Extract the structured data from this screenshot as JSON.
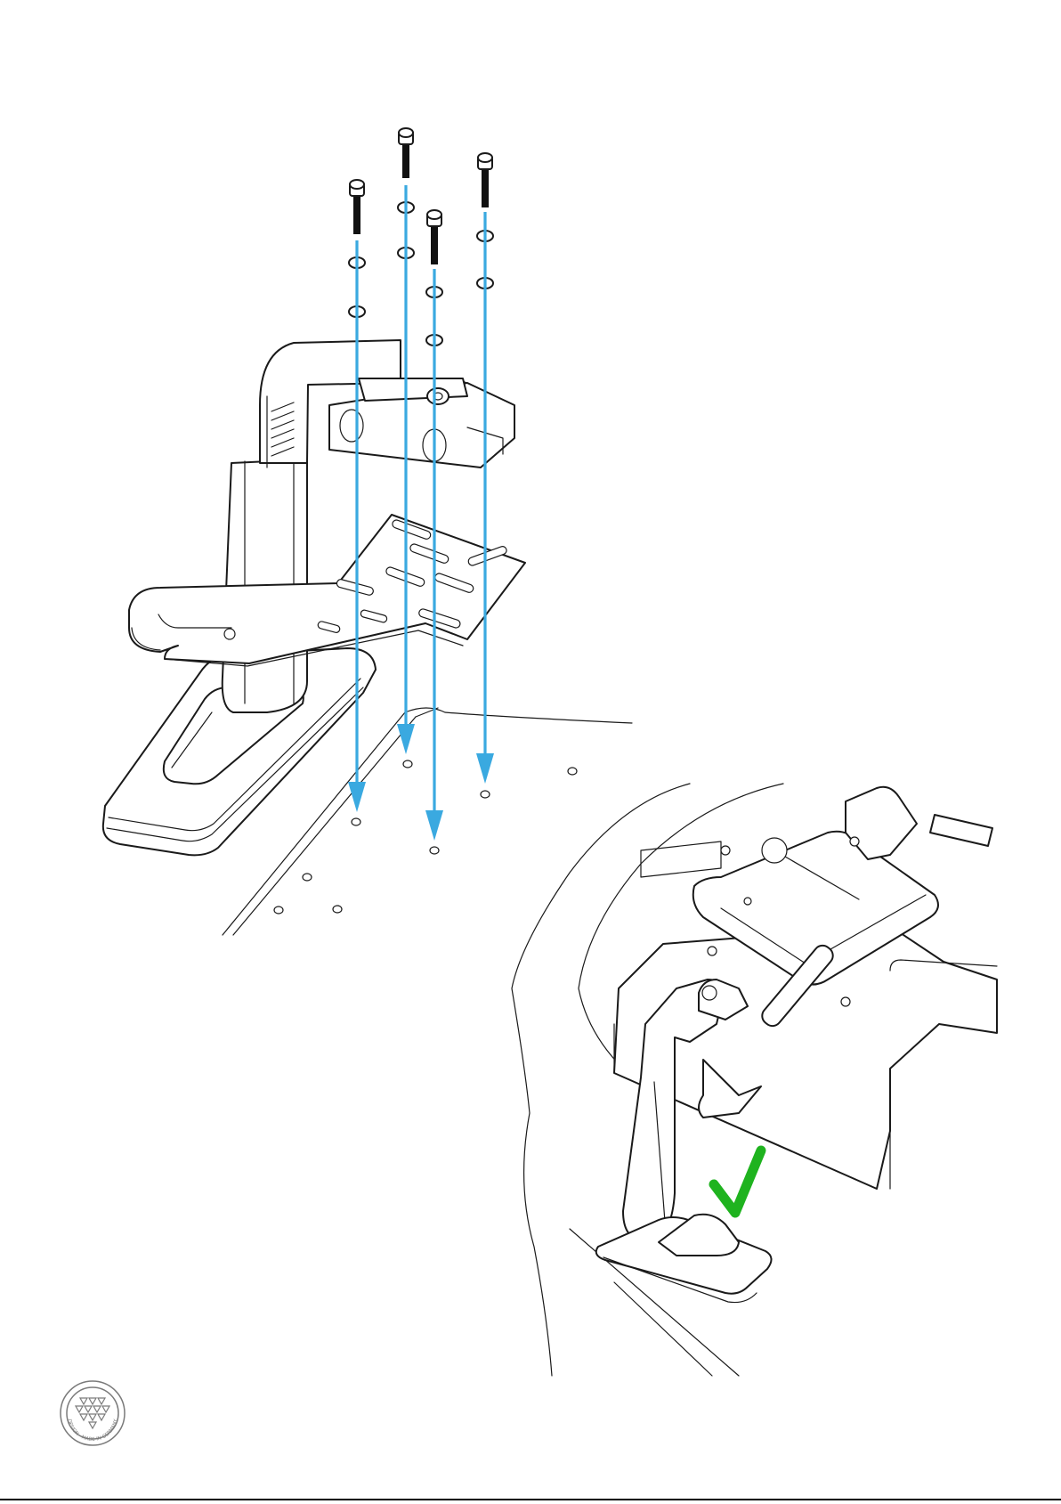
{
  "figure": {
    "kind": "assembly-instruction",
    "colors": {
      "line": "#1a1a1a",
      "arrow": "#3aa9e0",
      "check": "#1fb31f",
      "logo": "#7a7a7a"
    },
    "screw_count": 4,
    "icons": [
      "bolt-icon",
      "washer-icon",
      "arrow-down-icon",
      "checkmark-icon",
      "brand-seal-logo"
    ]
  },
  "logo": {
    "ring_text": "DESIGN · MADE IN GERMANY"
  }
}
